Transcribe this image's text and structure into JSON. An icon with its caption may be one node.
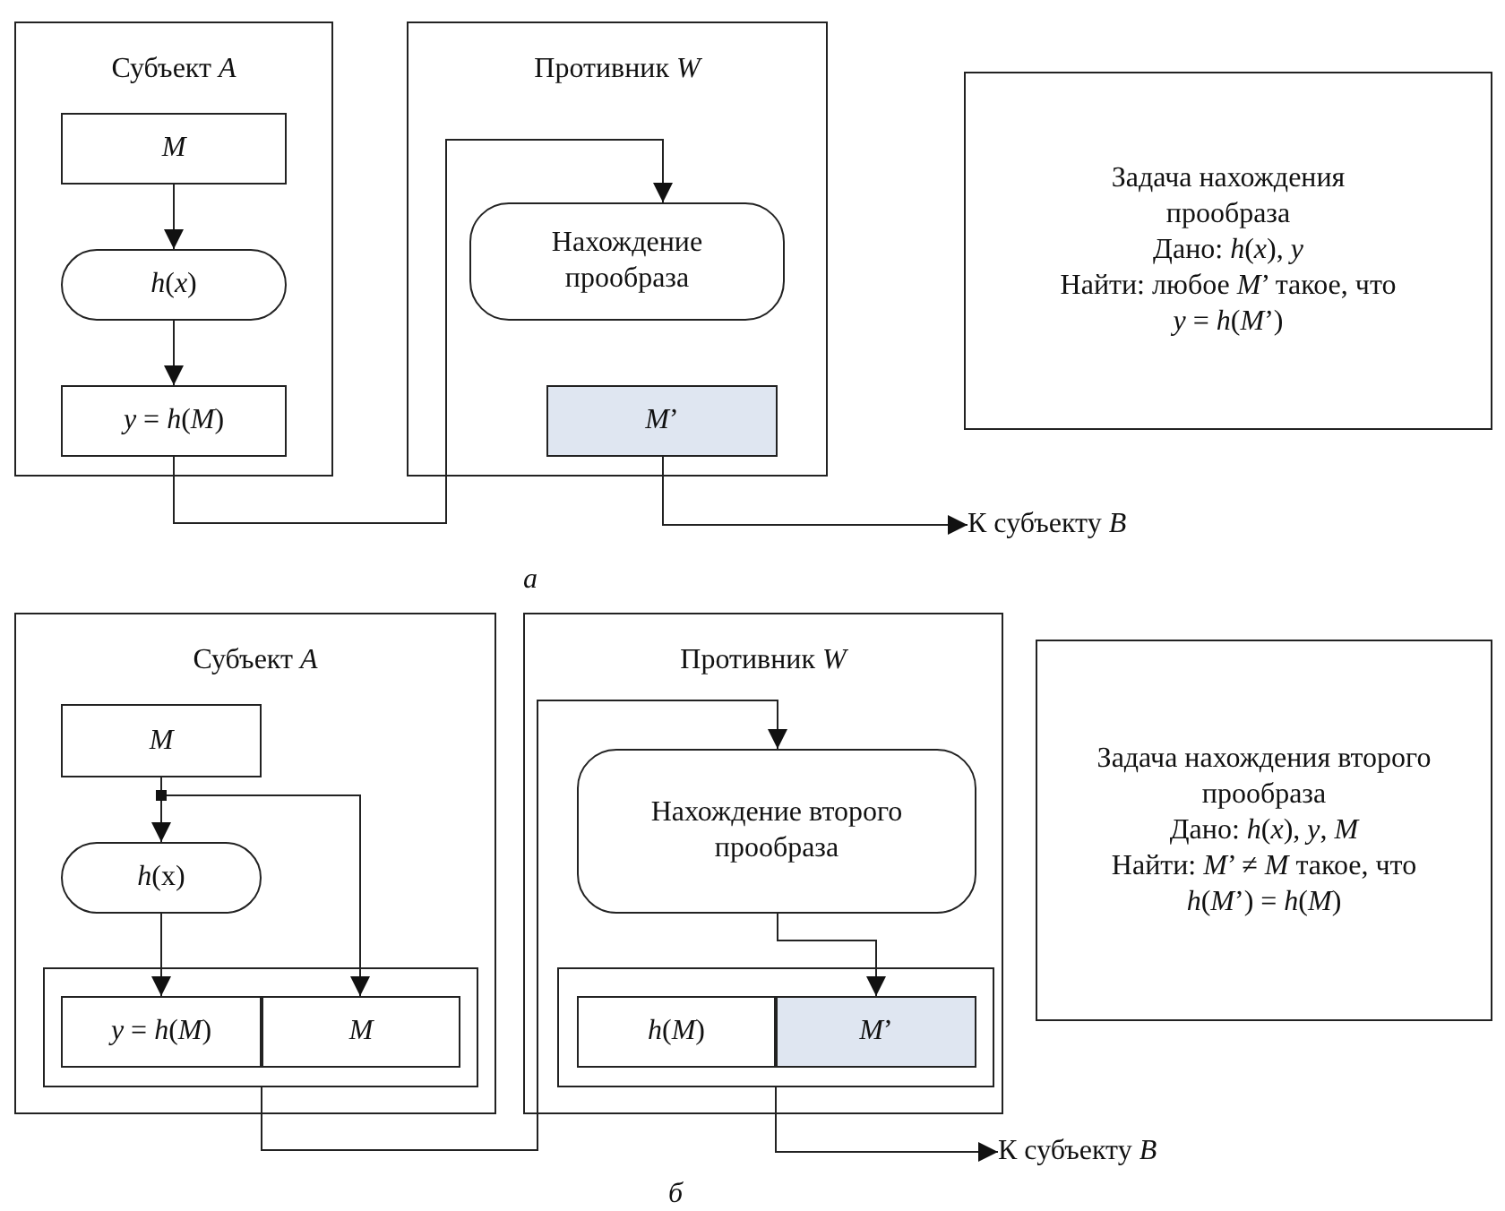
{
  "diagram": {
    "nodes": [
      {
        "text": [
          "Субъект *A*"
        ]
      },
      {
        "text": [
          "*M*"
        ],
        "in": 0
      },
      {
        "text": [
          "*h*(*x*)"
        ],
        "in": 0
      },
      {
        "text": [
          "*y* = *h*(*M*)"
        ],
        "in": 0
      },
      {
        "text": [
          "Противник *W*"
        ]
      },
      {
        "text": [
          "Нахождение прообраза"
        ],
        "in": 4
      },
      {
        "text": [
          "*M*’"
        ],
        "in": 4
      },
      {
        "text": [
          "К субъекту *B*"
        ]
      },
      {
        "text": [
          "Задача нахождения прообраза",
          "Дано: *h*(*x*), *y*",
          "Найти: любое *M*’ такое, что *y* = *h*(*M*’)"
        ]
      },
      {
        "text": [
          "Субъект *A*"
        ]
      },
      {
        "text": [
          "*M*"
        ],
        "in": 9
      },
      {
        "text": [
          "*h*(x)"
        ],
        "in": 9
      },
      {
        "text": [],
        "shape": "box",
        "in": 9
      },
      {
        "text": [
          "*y* = *h*(*M*)"
        ],
        "in": 12
      },
      {
        "text": [
          "*M*"
        ],
        "in": 12
      },
      {
        "text": [
          "Противник *W*"
        ]
      },
      {
        "text": [
          "Нахождение второго прообраза"
        ],
        "in": 15
      },
      {
        "text": [],
        "shape": "box",
        "in": 15
      },
      {
        "text": [
          "*h*(*M*)"
        ],
        "in": 17
      },
      {
        "text": [
          "*M*’"
        ],
        "in": 17
      },
      {
        "text": [
          "К субъекту *B*"
        ]
      },
      {
        "text": [
          "Задача нахождения второго прообраза",
          "Дано: *h*(*x*), *y*, *M*",
          "Найти: *M*’ ≠ *M* такое, что *h*(*M*’) = *h*(*M*)"
        ]
      }
    ],
    "edges": [
      {
        "from": 1,
        "to": 2,
        "arrow": "to"
      },
      {
        "from": 2,
        "to": 3,
        "arrow": "to"
      },
      {
        "from": 3,
        "to": 5,
        "arrow": "to"
      },
      {
        "from": 6,
        "to": 7,
        "arrow": "to"
      },
      {
        "from": 10,
        "to": 11,
        "arrow": "to"
      },
      {
        "from": 10,
        "to": 14,
        "arrow": "to"
      },
      {
        "from": 11,
        "to": 13,
        "arrow": "to"
      },
      {
        "from": 12,
        "to": 16,
        "arrow": "to"
      },
      {
        "from": 16,
        "to": 19,
        "arrow": "to"
      },
      {
        "from": 17,
        "to": 20,
        "arrow": "to"
      }
    ],
    "labels": [
      "а",
      "б"
    ]
  }
}
